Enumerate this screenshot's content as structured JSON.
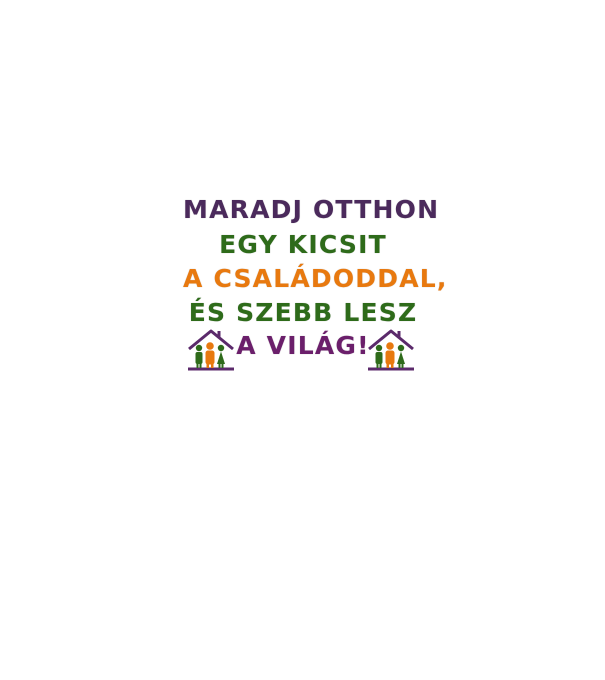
{
  "lines": [
    {
      "text": "MARADJ OTTHON",
      "color": "#4b2a5c"
    },
    {
      "text": "EGY KICSIT",
      "color": "#2e6b1a"
    },
    {
      "text": "A CSALÁDODDAL,",
      "color": "#e8790f"
    },
    {
      "text": "ÉS SZEBB LESZ",
      "color": "#2e6b1a"
    },
    {
      "text": "A VILÁG!",
      "color": "#6b1f6b"
    }
  ],
  "icons": {
    "left": "house-family-icon",
    "right": "house-family-icon"
  },
  "colors": {
    "purple": "#5b2a6b",
    "green": "#2e6b1a",
    "orange": "#e8790f"
  }
}
